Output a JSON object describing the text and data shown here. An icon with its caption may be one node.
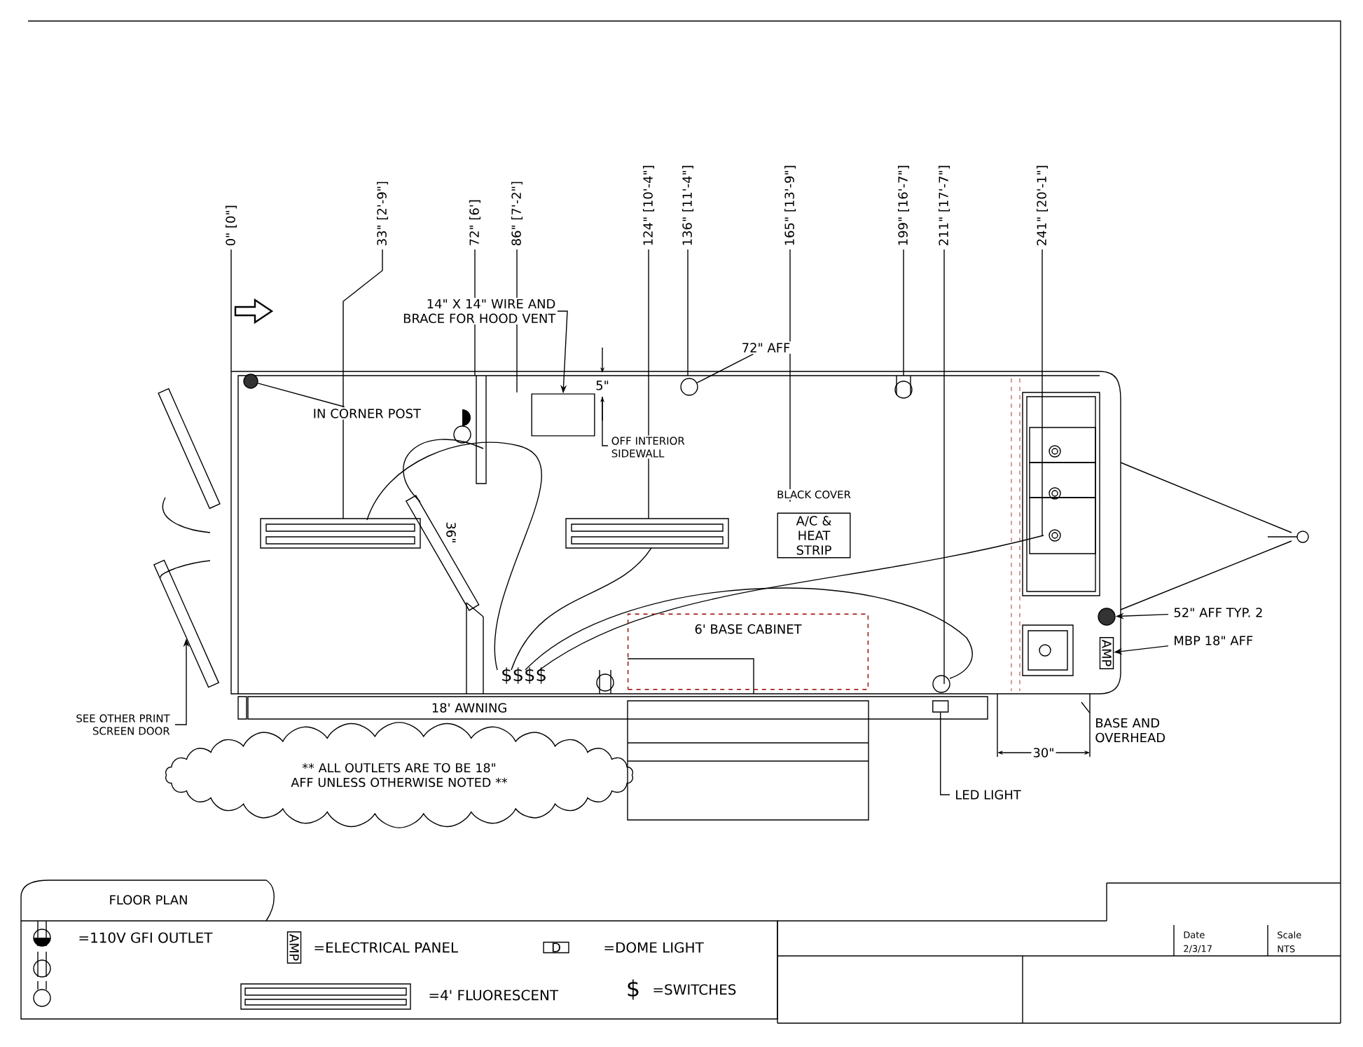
{
  "diagram": {
    "title": "FLOOR PLAN",
    "nodes": [
      {
        "text": [
          "IN CORNER POST"
        ]
      },
      {
        "text": [],
        "shape": "circle"
      },
      {
        "text": [
          "14\" X 14\" WIRE AND BRACE FOR HOOD VENT"
        ]
      },
      {
        "text": [],
        "shape": "box"
      },
      {
        "text": [
          "72\" AFF"
        ]
      },
      {
        "text": [],
        "shape": "circle"
      },
      {
        "text": [
          "BLACK COVER",
          "A/C & HEAT STRIP"
        ]
      },
      {
        "text": [
          "6' BASE CABINET"
        ]
      },
      {
        "text": [
          "18' AWNING"
        ]
      },
      {
        "text": [
          "** ALL OUTLETS ARE TO BE 18\" AFF UNLESS OTHERWISE NOTED **"
        ]
      },
      {
        "text": [
          "SEE OTHER PRINT SCREEN DOOR"
        ]
      },
      {
        "text": [],
        "shape": "box"
      },
      {
        "text": [
          "LED LIGHT"
        ]
      },
      {
        "text": [],
        "shape": "box",
        "in": 8
      },
      {
        "text": [
          "52\" AFF TYP. 2"
        ]
      },
      {
        "text": [],
        "shape": "circle"
      },
      {
        "text": [
          "MBP 18\" AFF"
        ]
      },
      {
        "text": [
          "AMP"
        ]
      },
      {
        "text": [
          "BASE AND OVERHEAD"
        ]
      }
    ],
    "edges": [
      {
        "from": 0,
        "to": 1,
        "arrow": "none"
      },
      {
        "from": 2,
        "to": 3,
        "arrow": "to"
      },
      {
        "from": 4,
        "to": 5,
        "arrow": "none"
      },
      {
        "from": 10,
        "to": 11,
        "arrow": "to"
      },
      {
        "from": 12,
        "to": 13,
        "arrow": "none"
      },
      {
        "from": 14,
        "to": 15,
        "arrow": "to"
      },
      {
        "from": 16,
        "to": 17,
        "arrow": "to"
      },
      {
        "from": 18,
        "to": null,
        "arrow": "none"
      }
    ],
    "labels": [
      "0\" [0\"]",
      "33\" [2'-9\"]",
      "72\" [6']",
      "86\" [7'-2\"]",
      "124\" [10'-4\"]",
      "136\" [11'-4\"]",
      "165\" [13'-9\"]",
      "199\" [16'-7\"]",
      "211\" [17'-7\"]",
      "241\" [20'-1\"]",
      "5\"",
      "OFF INTERIOR SIDEWALL",
      "36\"",
      "$$$$",
      "30\"",
      "AMP",
      "D",
      "$",
      "Date",
      "2/3/17",
      "Scale",
      "NTS"
    ],
    "legend": [
      {
        "text": "=110V GFI OUTLET"
      },
      {
        "text": "=ELECTRICAL PANEL"
      },
      {
        "text": "=DOME LIGHT"
      },
      {
        "text": "=4' FLUORESCENT"
      },
      {
        "text": "=SWITCHES"
      }
    ]
  }
}
